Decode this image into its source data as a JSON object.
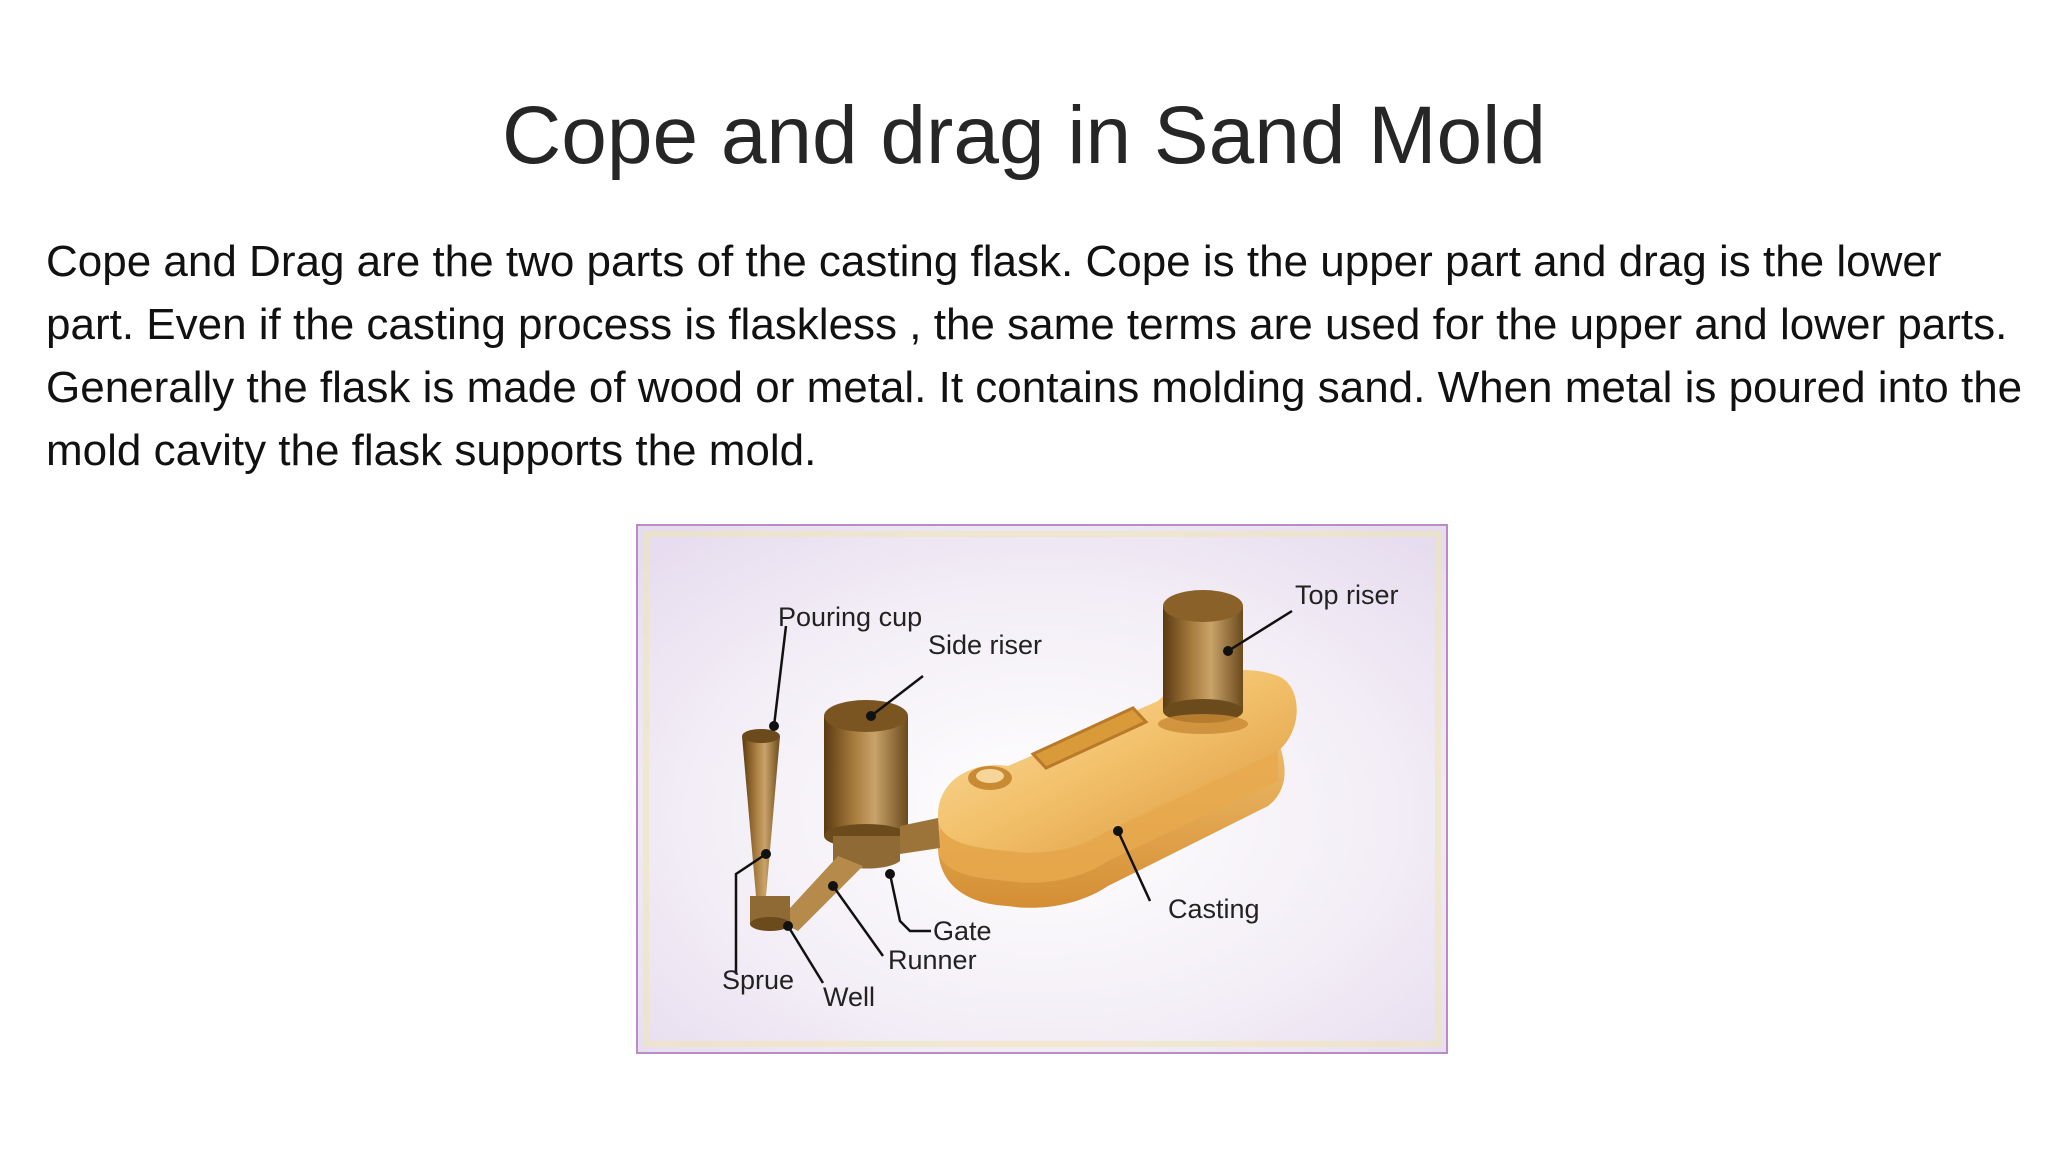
{
  "slide": {
    "title": "Cope and drag in Sand Mold",
    "paragraph": "Cope and Drag are the two parts of the casting flask. Cope is the upper part and drag is the lower part. Even if the casting process is flaskless , the same terms are used for the upper and lower parts. Generally the flask is made of wood or metal. It contains molding sand. When metal is poured into the mold cavity the flask supports the mold."
  },
  "diagram": {
    "labels": {
      "pouring_cup": "Pouring cup",
      "side_riser": "Side riser",
      "top_riser": "Top riser",
      "casting": "Casting",
      "gate": "Gate",
      "runner": "Runner",
      "sprue": "Sprue",
      "well": "Well"
    },
    "colors": {
      "border": "#b98cc4",
      "riser_dark": "#6b4a1c",
      "riser_light": "#c9a36a",
      "casting_light": "#f6cf86",
      "casting_dark": "#d99a3a"
    }
  }
}
